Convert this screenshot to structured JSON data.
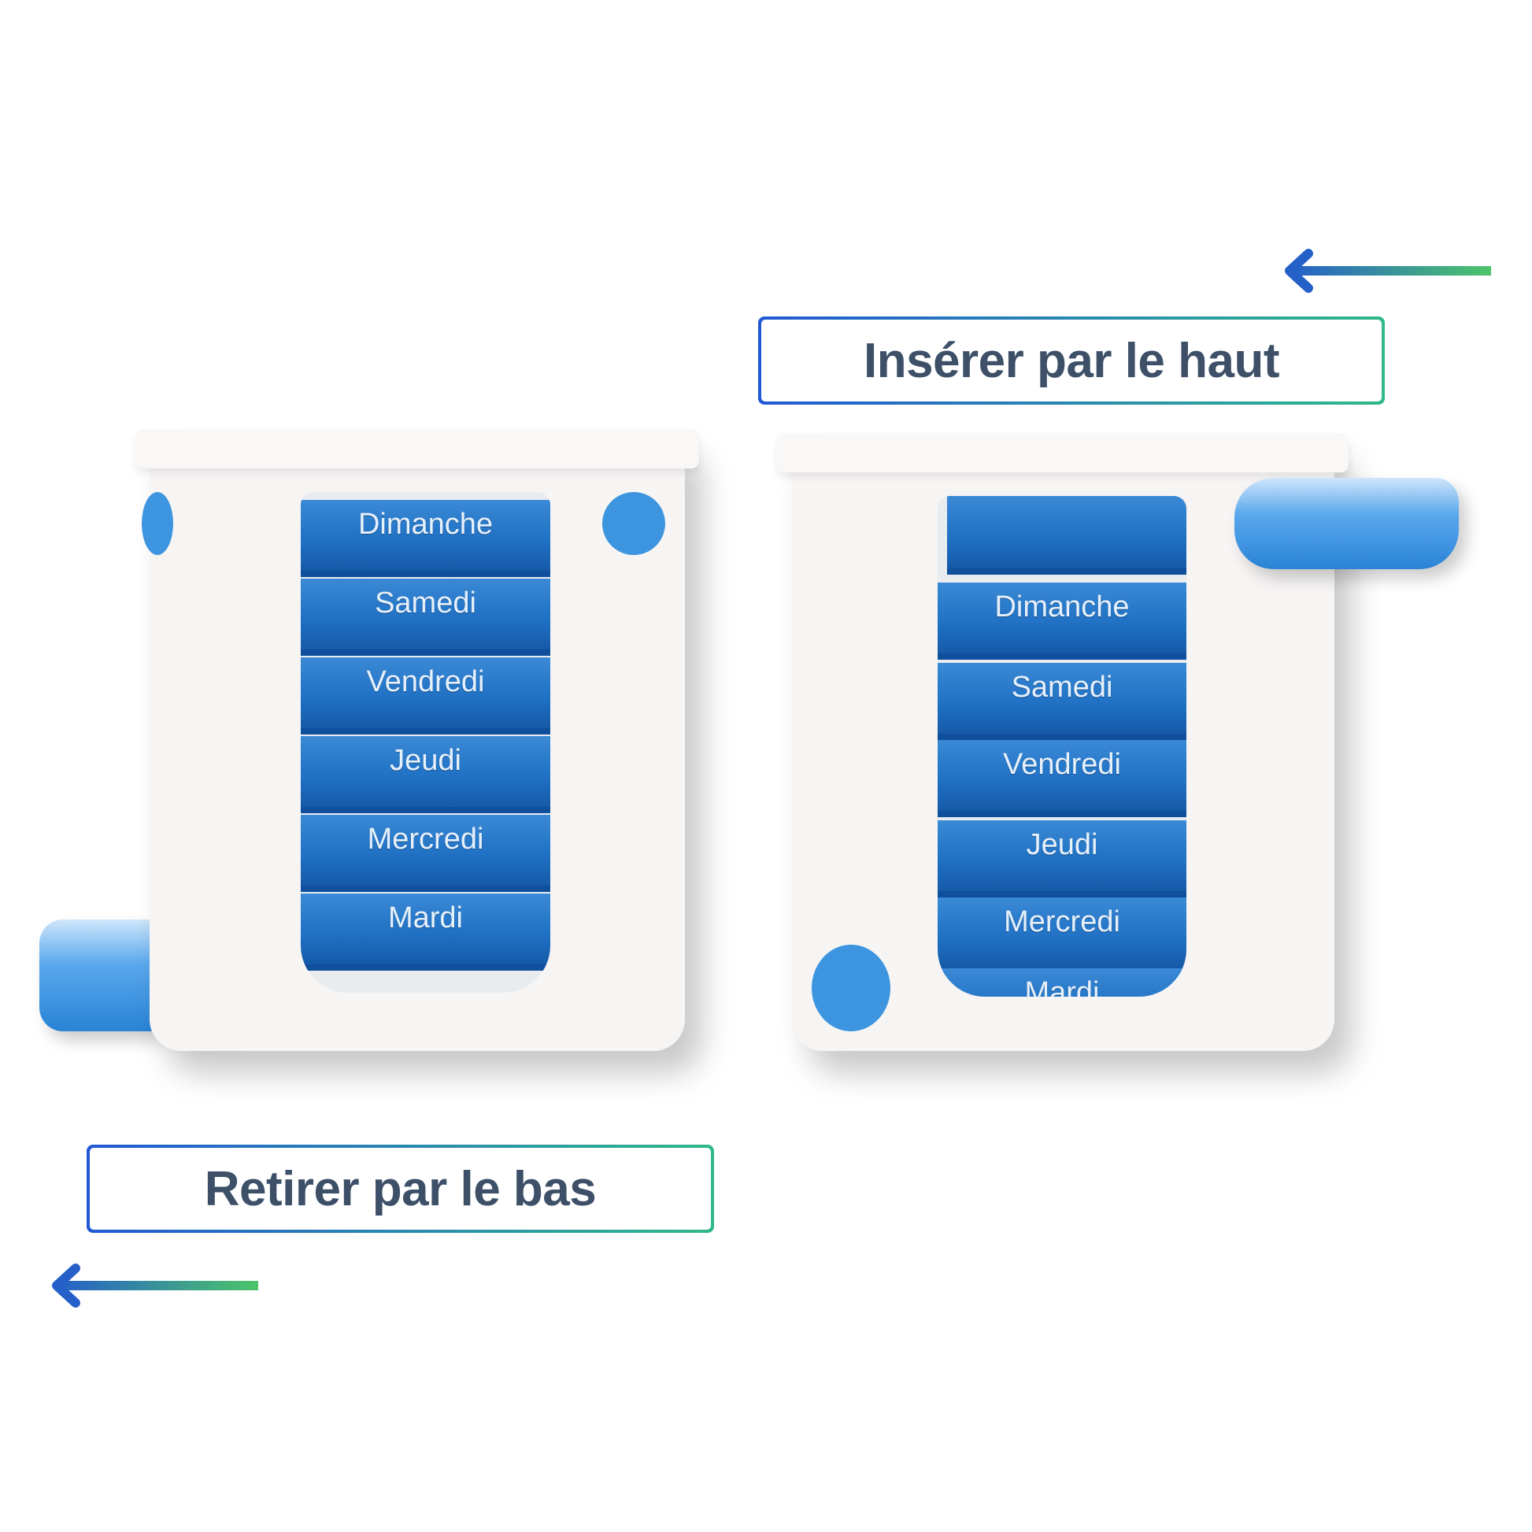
{
  "labels": {
    "insert_top": "Insérer par le haut",
    "remove_bottom": "Retirer par le bas"
  },
  "left_organizer": {
    "days": [
      "Dimanche",
      "Samedi",
      "Vendredi",
      "Jeudi",
      "Mercredi",
      "Mardi"
    ]
  },
  "right_organizer": {
    "days": [
      "Dimanche",
      "Samedi",
      "Vendredi",
      "Jeudi",
      "Mercredi",
      "Mardi"
    ]
  },
  "colors": {
    "gradient_start": "#2158d4",
    "gradient_end": "#4cc46a",
    "text": "#3d5068",
    "drawer_blue": "#1f6fc3"
  },
  "icons": [
    "arrow-left-icon",
    "arrow-left-icon"
  ]
}
